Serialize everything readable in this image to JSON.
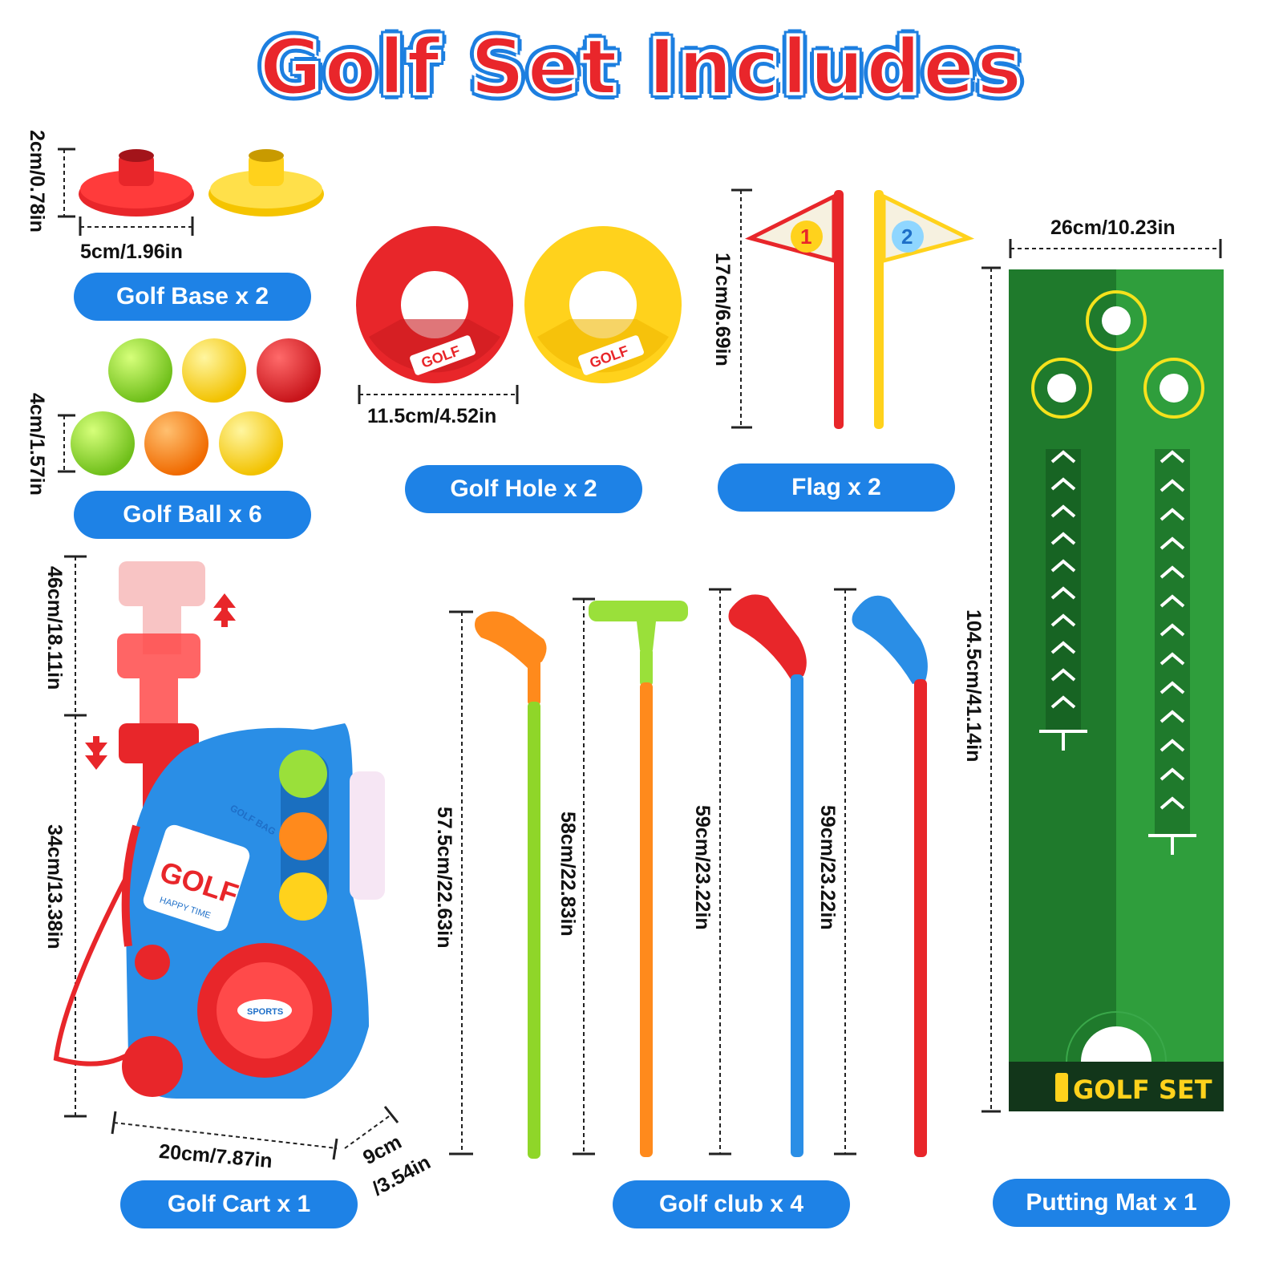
{
  "title": "Golf Set Includes",
  "labels": {
    "golf_base": "Golf Base x 2",
    "golf_ball": "Golf Ball x 6",
    "golf_hole": "Golf Hole x 2",
    "flag": "Flag x 2",
    "golf_cart": "Golf Cart x 1",
    "golf_club": "Golf club x 4",
    "putting_mat": "Putting Mat x 1"
  },
  "dimensions": {
    "base_height": "2cm/0.78in",
    "base_width": "5cm/1.96in",
    "ball_diameter": "4cm/1.57in",
    "hole_width": "11.5cm/4.52in",
    "flag_height": "17cm/6.69in",
    "mat_width": "26cm/10.23in",
    "mat_length": "104.5cm/41.14in",
    "cart_handle": "46cm/18.11in",
    "cart_height": "34cm/13.38in",
    "cart_width": "20cm/7.87in",
    "cart_depth_1": "9cm",
    "cart_depth_2": "/3.54in",
    "club_1": "57.5cm/22.63in",
    "club_2": "58cm/22.83in",
    "club_3": "59cm/23.22in",
    "club_4": "59cm/23.22in"
  },
  "product_text": {
    "hole_sticker_1": "GOLF",
    "hole_sticker_2": "GOLF",
    "flag_1": "1",
    "flag_2": "2",
    "mat_brand": "GOLF SET",
    "cart_logo": "GOLF",
    "cart_logo_sub": "HAPPY TIME",
    "cart_bag": "GOLF BAG",
    "cart_sports": "SPORTS"
  },
  "colors": {
    "pill_blue": "#1e82e6",
    "title_red": "#e9262b",
    "red": "#e8262a",
    "yellow": "#ffd21c",
    "green": "#8fd629",
    "orange": "#ff8a1c",
    "blue": "#2a8ee6",
    "mat_dark": "#1f7a2c",
    "mat_light": "#2f9e3c"
  }
}
